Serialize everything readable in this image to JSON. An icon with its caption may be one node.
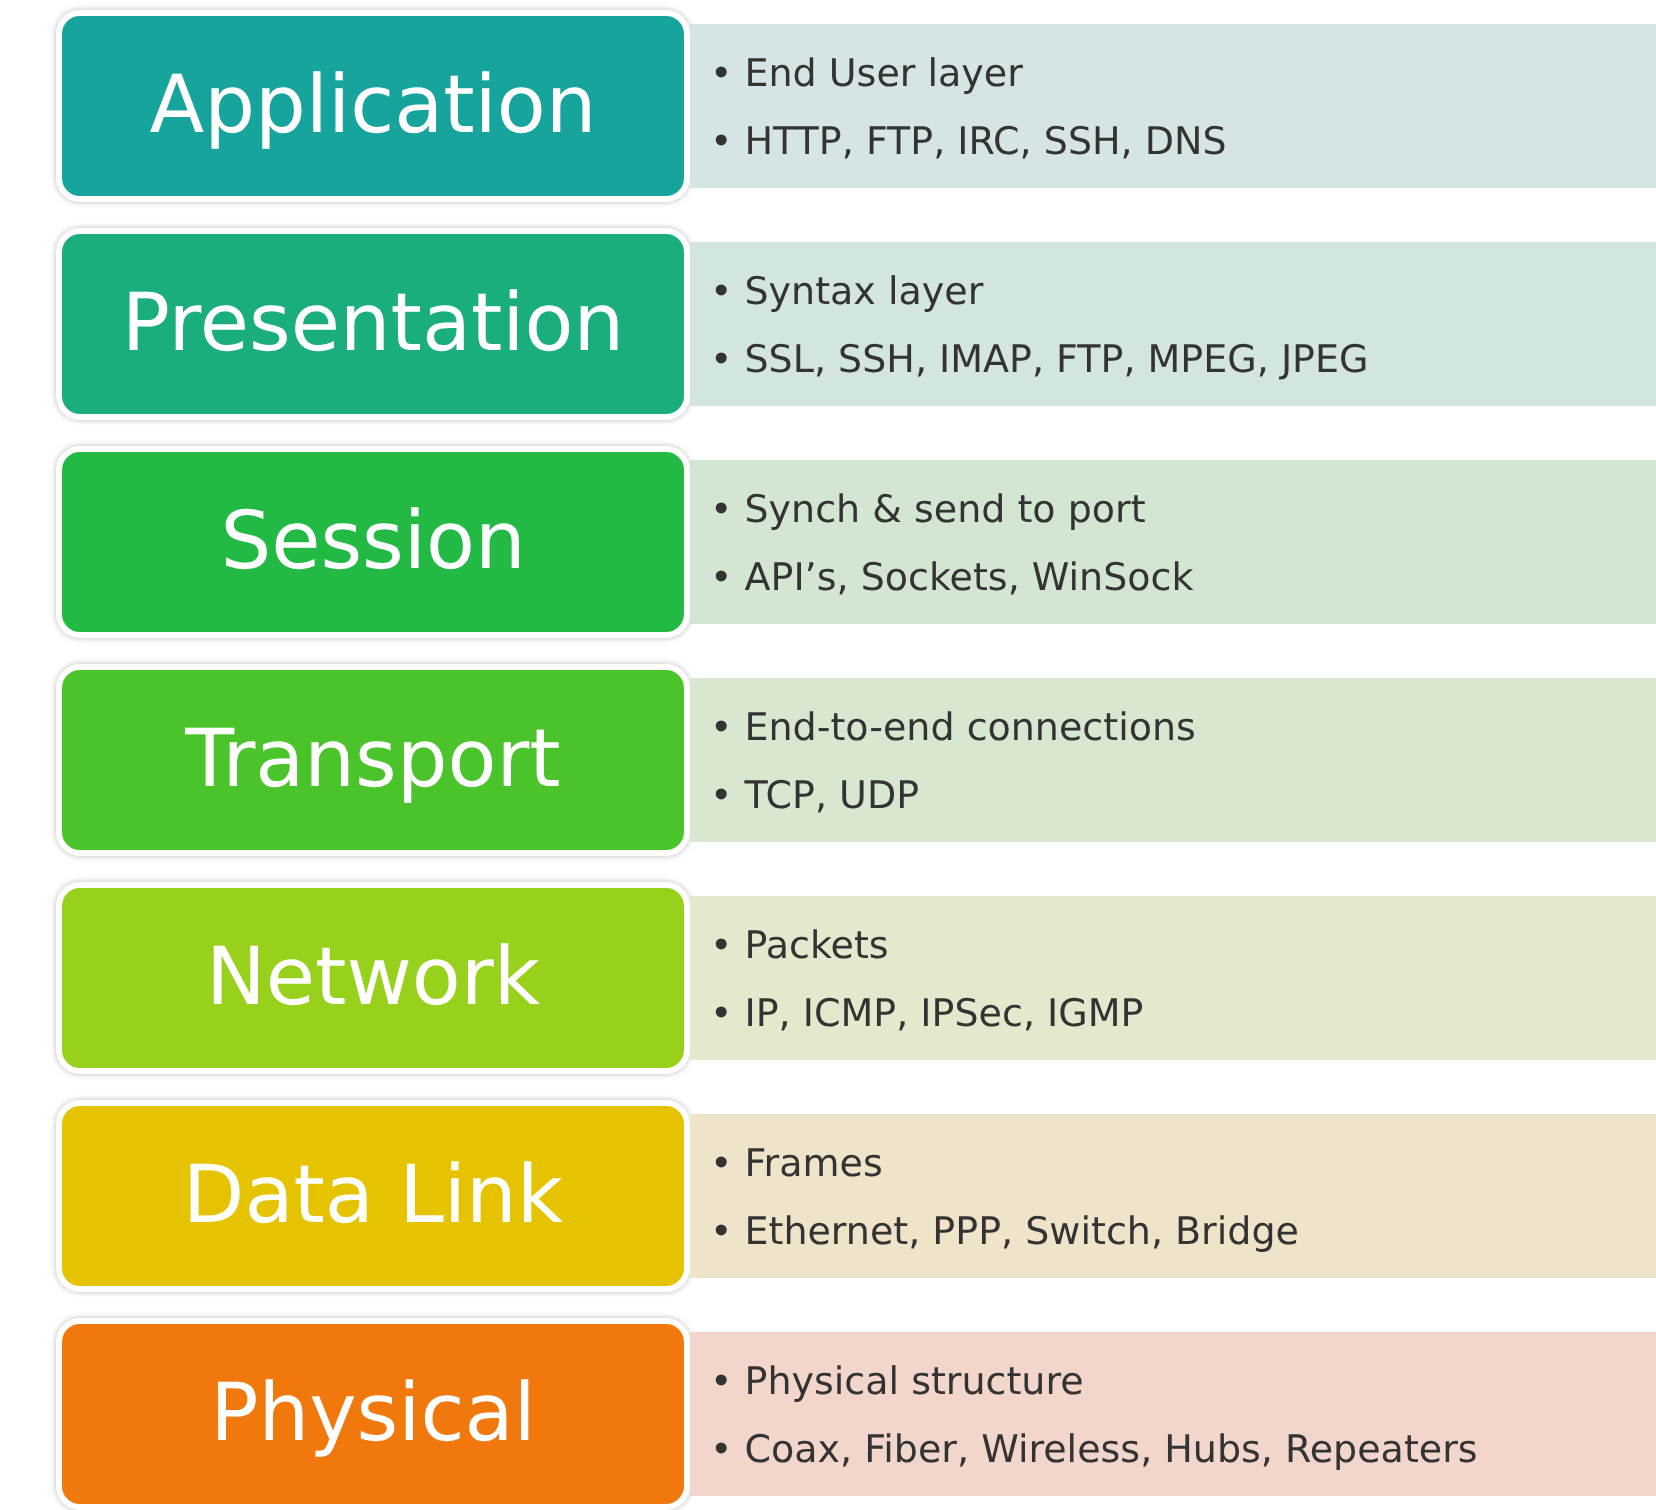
{
  "diagram": {
    "nodes": [
      {
        "text": [
          "Application"
        ]
      },
      {
        "text": [
          "• End User layer",
          "• HTTP, FTP, IRC, SSH, DNS"
        ]
      },
      {
        "text": [
          "Presentation"
        ]
      },
      {
        "text": [
          "• Syntax layer",
          "• SSL, SSH, IMAP, FTP, MPEG, JPEG"
        ]
      },
      {
        "text": [
          "Session"
        ]
      },
      {
        "text": [
          "• Synch & send to port",
          "• API’s, Sockets, WinSock"
        ]
      },
      {
        "text": [
          "Transport"
        ]
      },
      {
        "text": [
          "• End-to-end connections",
          "• TCP, UDP"
        ]
      },
      {
        "text": [
          "Network"
        ]
      },
      {
        "text": [
          "• Packets",
          "• IP, ICMP, IPSec, IGMP"
        ]
      },
      {
        "text": [
          "Data Link"
        ]
      },
      {
        "text": [
          "• Frames",
          "• Ethernet, PPP, Switch, Bridge"
        ]
      },
      {
        "text": [
          "Physical"
        ]
      },
      {
        "text": [
          "• Physical structure",
          "• Coax, Fiber, Wireless, Hubs, Repeaters"
        ]
      }
    ],
    "edges": []
  }
}
